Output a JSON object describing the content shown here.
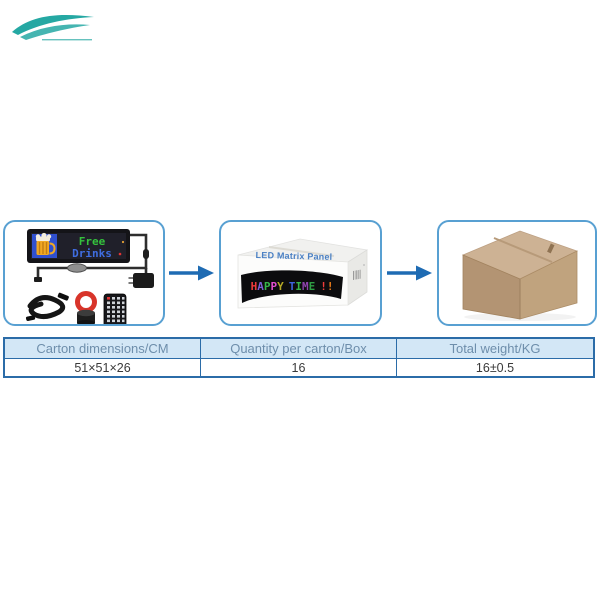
{
  "decoration": {
    "name": "teal-swoosh",
    "color": "#25A8A3"
  },
  "flow": {
    "arrow_color": "#1E6BB3",
    "box_border_color": "#58A0D2",
    "steps": [
      "product-kit",
      "inner-carton",
      "shipping-box"
    ]
  },
  "product_kit": {
    "sign_line1": "Free",
    "sign_line2": "Drinks",
    "sign_line1_color": "#35c23d",
    "sign_line2_color": "#3f6de0",
    "accessories": [
      "beer-mug-graphic",
      "power-cable",
      "inline-controller",
      "power-adapter",
      "cable-bundle",
      "red-tape-ring",
      "black-tape-roll",
      "remote-control"
    ]
  },
  "inner_carton": {
    "label": "LED Matrix Panel",
    "label_color": "#4a80c4",
    "display_letters": [
      {
        "ch": "H",
        "color": "#ef3b3b"
      },
      {
        "ch": "A",
        "color": "#7d5fd6"
      },
      {
        "ch": "P",
        "color": "#37b54a"
      },
      {
        "ch": "P",
        "color": "#e44fd0"
      },
      {
        "ch": "Y",
        "color": "#b5a926"
      },
      {
        "ch": " ",
        "color": ""
      },
      {
        "ch": "T",
        "color": "#3e63e0"
      },
      {
        "ch": "I",
        "color": "#37b54a"
      },
      {
        "ch": "M",
        "color": "#8e44ad"
      },
      {
        "ch": "E",
        "color": "#2f9e44"
      },
      {
        "ch": " ",
        "color": ""
      },
      {
        "ch": "!",
        "color": "#ef3b3b"
      },
      {
        "ch": "!",
        "color": "#ef7d1a"
      }
    ]
  },
  "shipping_box": {
    "name": "cardboard-carton"
  },
  "table": {
    "border_color": "#2B6CA8",
    "header_bg": "#D3E7F6",
    "header_text_color": "#6E8EAB",
    "columns": [
      {
        "header": "Carton dimensions/CM",
        "value": "51×51×26"
      },
      {
        "header": "Quantity per carton/Box",
        "value": "16"
      },
      {
        "header": "Total weight/KG",
        "value": "16±0.5"
      }
    ]
  }
}
